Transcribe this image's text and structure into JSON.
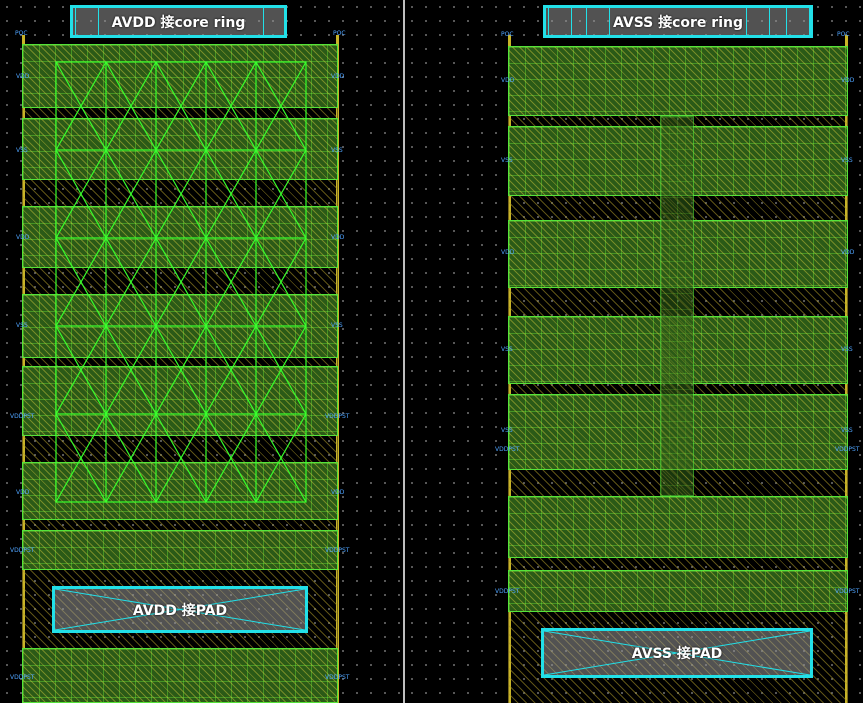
{
  "left_panel": {
    "top_label": "AVDD 接core ring",
    "bottom_label": "AVDD 接PAD",
    "pins": {
      "poc_left": "POC",
      "poc_right": "POC",
      "vdd_1": "VDD",
      "vdd_1r": "VDD",
      "vss_1": "VSS",
      "vss_1r": "VSS",
      "vdd_2": "VDD",
      "vdd_2r": "VDD",
      "vss_2": "VSS",
      "vss_2r": "VSS",
      "vddpst_1": "VDDPST",
      "vddpst_1r": "VDDPST",
      "vdd_3": "VDD",
      "vdd_3r": "VDD",
      "vddpst_2": "VDDPST",
      "vddpst_2r": "VDDPST",
      "vddpst_3": "VDDPST",
      "vddpst_3r": "VDDPST"
    }
  },
  "right_panel": {
    "top_label": "AVSS 接core ring",
    "bottom_label": "AVSS 接PAD",
    "pins": {
      "poc_left": "POC",
      "poc_right": "POC",
      "vdd_1": "VDD",
      "vdd_1r": "VDD",
      "vss_1": "VSS",
      "vss_1r": "VSS",
      "vdd_2": "VDD",
      "vdd_2r": "VDD",
      "vss_2": "VSS",
      "vss_2r": "VSS",
      "vss_3": "VSS",
      "vss_3r": "VSS",
      "vddpst_1": "VDDPST",
      "vddpst_1r": "VDDPST",
      "vddpst_2": "VDDPST",
      "vddpst_2r": "VDDPST"
    }
  },
  "colors": {
    "background": "#000000",
    "metal_fill": "#2b5a17",
    "metal_outline": "#55e33a",
    "label_outline": "#22e0e8",
    "rail": "#c8b428",
    "pin_text": "#4fa4ff"
  }
}
